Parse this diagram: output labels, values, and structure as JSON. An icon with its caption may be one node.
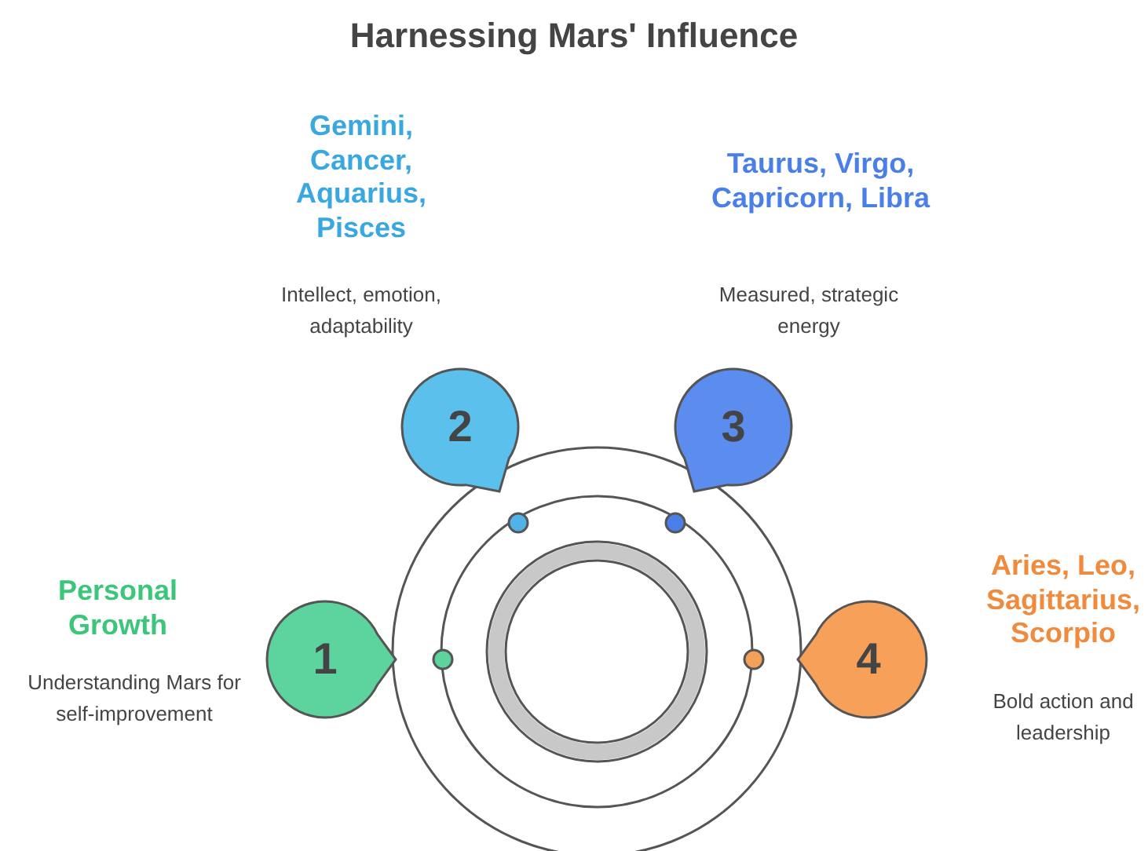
{
  "diagram": {
    "title": "Harnessing Mars' Influence",
    "nodes": [
      {
        "text": [
          "1"
        ],
        "beside": [
          "Personal Growth",
          "Understanding Mars for self-improvement"
        ]
      },
      {
        "text": [
          "2"
        ],
        "beside": [
          "Gemini, Cancer, Aquarius, Pisces",
          "Intellect, emotion, adaptability"
        ]
      },
      {
        "text": [
          "3"
        ],
        "beside": [
          "Taurus, Virgo, Capricorn, Libra",
          "Measured, strategic energy"
        ]
      },
      {
        "text": [
          "4"
        ],
        "beside": [
          "Aries, Leo, Sagittarius, Scorpio",
          "Bold action and leadership"
        ]
      }
    ]
  }
}
